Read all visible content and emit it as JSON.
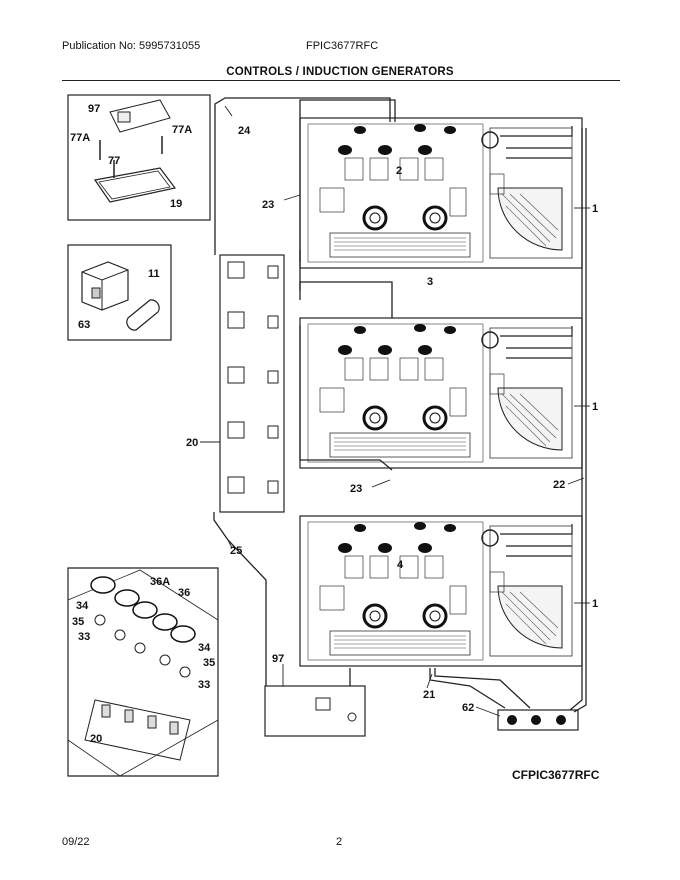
{
  "header": {
    "publication": "Publication No: 5995731055",
    "model": "FPIC3677RFC"
  },
  "title": "CONTROLS / INDUCTION GENERATORS",
  "bottom_model": "CFPIC3677RFC",
  "footer": {
    "date": "09/22",
    "page": "2"
  },
  "callouts": {
    "c97a": "97",
    "c77a_l": "77A",
    "c77a_r": "77A",
    "c77": "77",
    "c19": "19",
    "c24": "24",
    "c23a": "23",
    "c1a": "1",
    "c2": "2",
    "c11": "11",
    "c63": "63",
    "c3": "3",
    "c20a": "20",
    "c1b": "1",
    "c23b": "23",
    "c22": "22",
    "c25": "25",
    "c36a": "36A",
    "c36": "36",
    "c34a": "34",
    "c35a": "35",
    "c33a": "33",
    "c34b": "34",
    "c35b": "35",
    "c33b": "33",
    "c20b": "20",
    "c4": "4",
    "c1c": "1",
    "c97b": "97",
    "c21": "21",
    "c62": "62"
  }
}
